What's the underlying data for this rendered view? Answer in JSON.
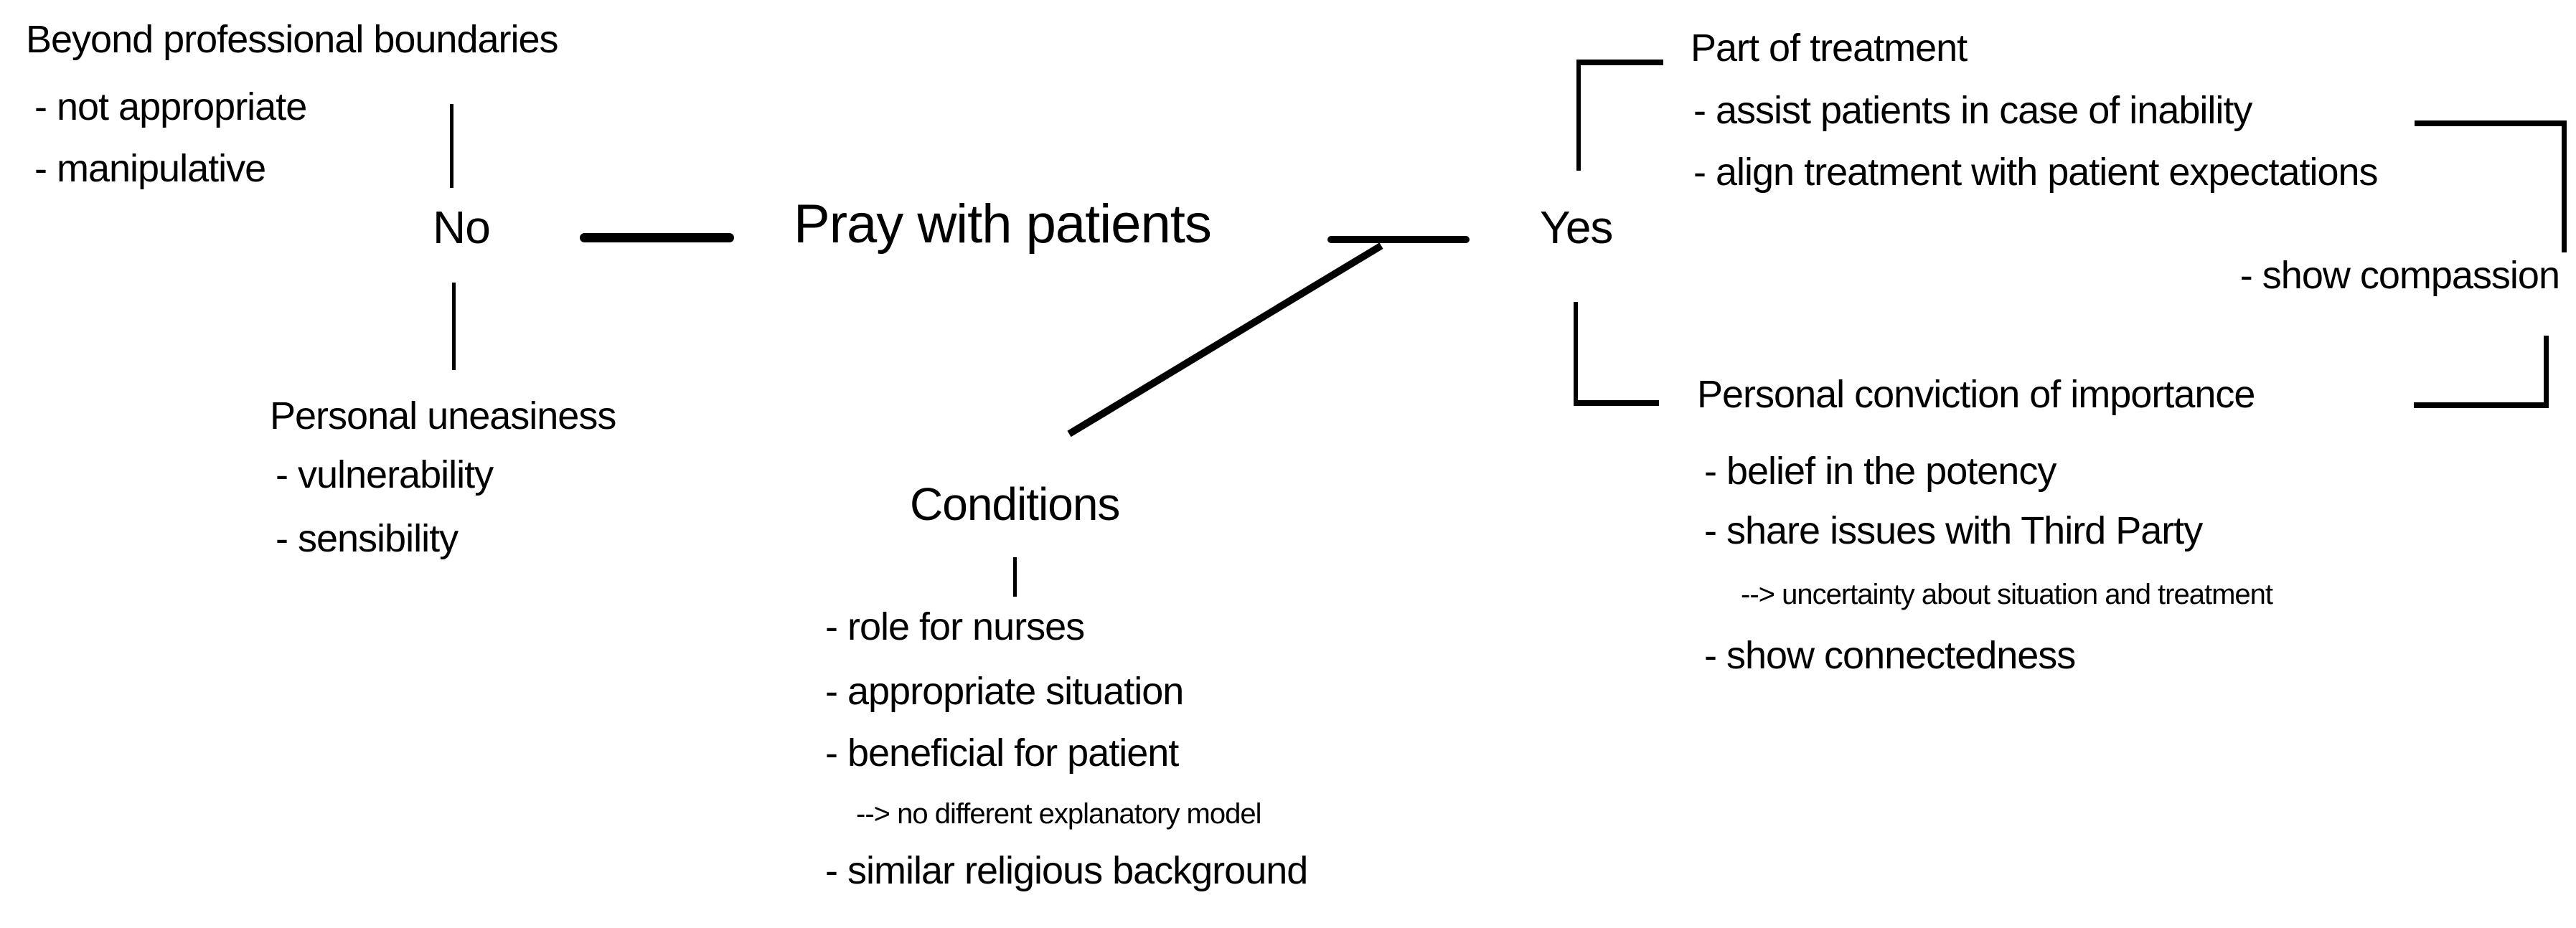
{
  "colors": {
    "ink": "#000000",
    "background": "#ffffff"
  },
  "diagram": {
    "center_node": "Pray with patients",
    "no_branch": {
      "label": "No",
      "beyond_node": {
        "title": "Beyond professional boundaries",
        "items": [
          "- not appropriate",
          "- manipulative"
        ]
      },
      "uneasiness_node": {
        "title": "Personal uneasiness",
        "items": [
          "- vulnerability",
          "- sensibility"
        ]
      }
    },
    "conditions_branch": {
      "label": "Conditions",
      "items": [
        "- role for nurses",
        "- appropriate situation",
        "- beneficial for patient"
      ],
      "arrow_note": "--> no different explanatory model",
      "items_after_note": [
        "- similar religious background"
      ]
    },
    "yes_branch": {
      "label": "Yes",
      "treatment_node": {
        "title": "Part of treatment",
        "items": [
          "- assist patients in case of inability",
          "- align treatment with patient expectations"
        ],
        "linked_item": "- show compassion"
      },
      "conviction_node": {
        "title": "Personal conviction of importance",
        "items": [
          "- belief in the potency",
          "- share issues with Third Party"
        ],
        "arrow_note": "--> uncertainty about situation and treatment",
        "items_after_note": [
          "- show connectedness"
        ]
      }
    }
  }
}
